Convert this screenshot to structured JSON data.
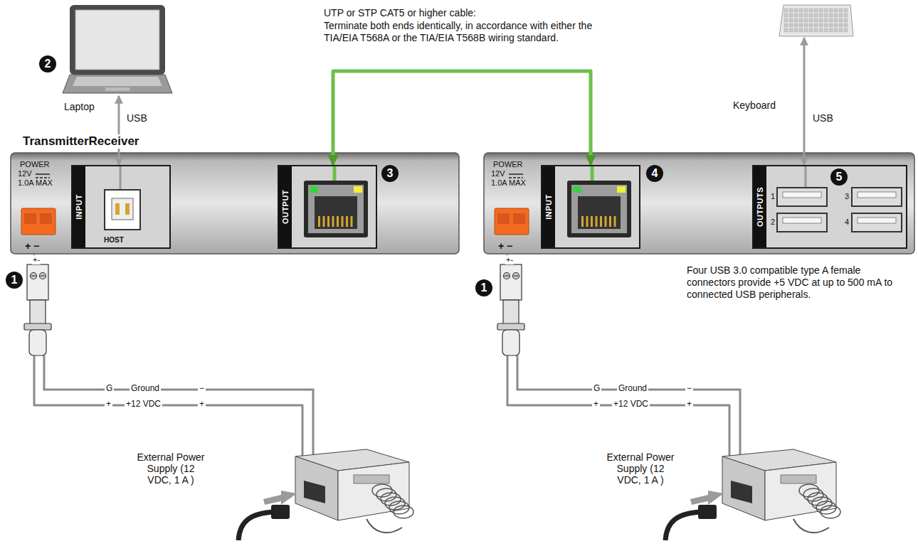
{
  "diagram": {
    "nodes": [
      {
        "text": [
          "Laptop"
        ]
      },
      {
        "text": [
          "TransmitterReceiver",
          "POWER",
          "12V",
          "1.0A MAX",
          "+ −"
        ]
      },
      {
        "text": [
          "INPUT",
          "HOST"
        ],
        "in": 1
      },
      {
        "text": [
          "OUTPUT"
        ],
        "in": 1
      },
      {
        "text": [
          "POWER",
          "12V",
          "1.0A MAX",
          "+ −"
        ]
      },
      {
        "text": [
          "INPUT"
        ],
        "in": 4
      },
      {
        "text": [
          "OUTPUTS",
          "1",
          "2",
          "3",
          "4"
        ],
        "in": 4
      },
      {
        "text": [
          "Keyboard"
        ]
      },
      {
        "text": [
          "External Power Supply (12 VDC, 1 A )"
        ]
      },
      {
        "text": [
          "External Power Supply (12 VDC, 1 A )"
        ]
      }
    ],
    "edges": [
      {
        "from": 0,
        "to": 2,
        "arrow": "both",
        "label": "USB"
      },
      {
        "from": 3,
        "to": 5,
        "arrow": "both"
      },
      {
        "from": 7,
        "to": 6,
        "arrow": "both",
        "label": "USB"
      },
      {
        "from": 8,
        "to": 1,
        "arrow": "none"
      },
      {
        "from": 9,
        "to": 4,
        "arrow": "none"
      }
    ],
    "labels": [
      "2",
      "UTP or STP CAT5 or higher cable:",
      "Terminate both ends identically, in accordance with either the TIA/EIA T568A or the TIA/EIA T568B wiring standard.",
      "3",
      "4",
      "5",
      "Four USB 3.0 compatible type A female connectors provide +5 VDC at up to 500 mA to connected USB peripherals.",
      "1",
      "+-",
      "G",
      "Ground",
      "−",
      "+",
      "+12 VDC",
      "+",
      "1",
      "+-",
      "G",
      "Ground",
      "−",
      "+",
      "+12 VDC",
      "+"
    ]
  }
}
